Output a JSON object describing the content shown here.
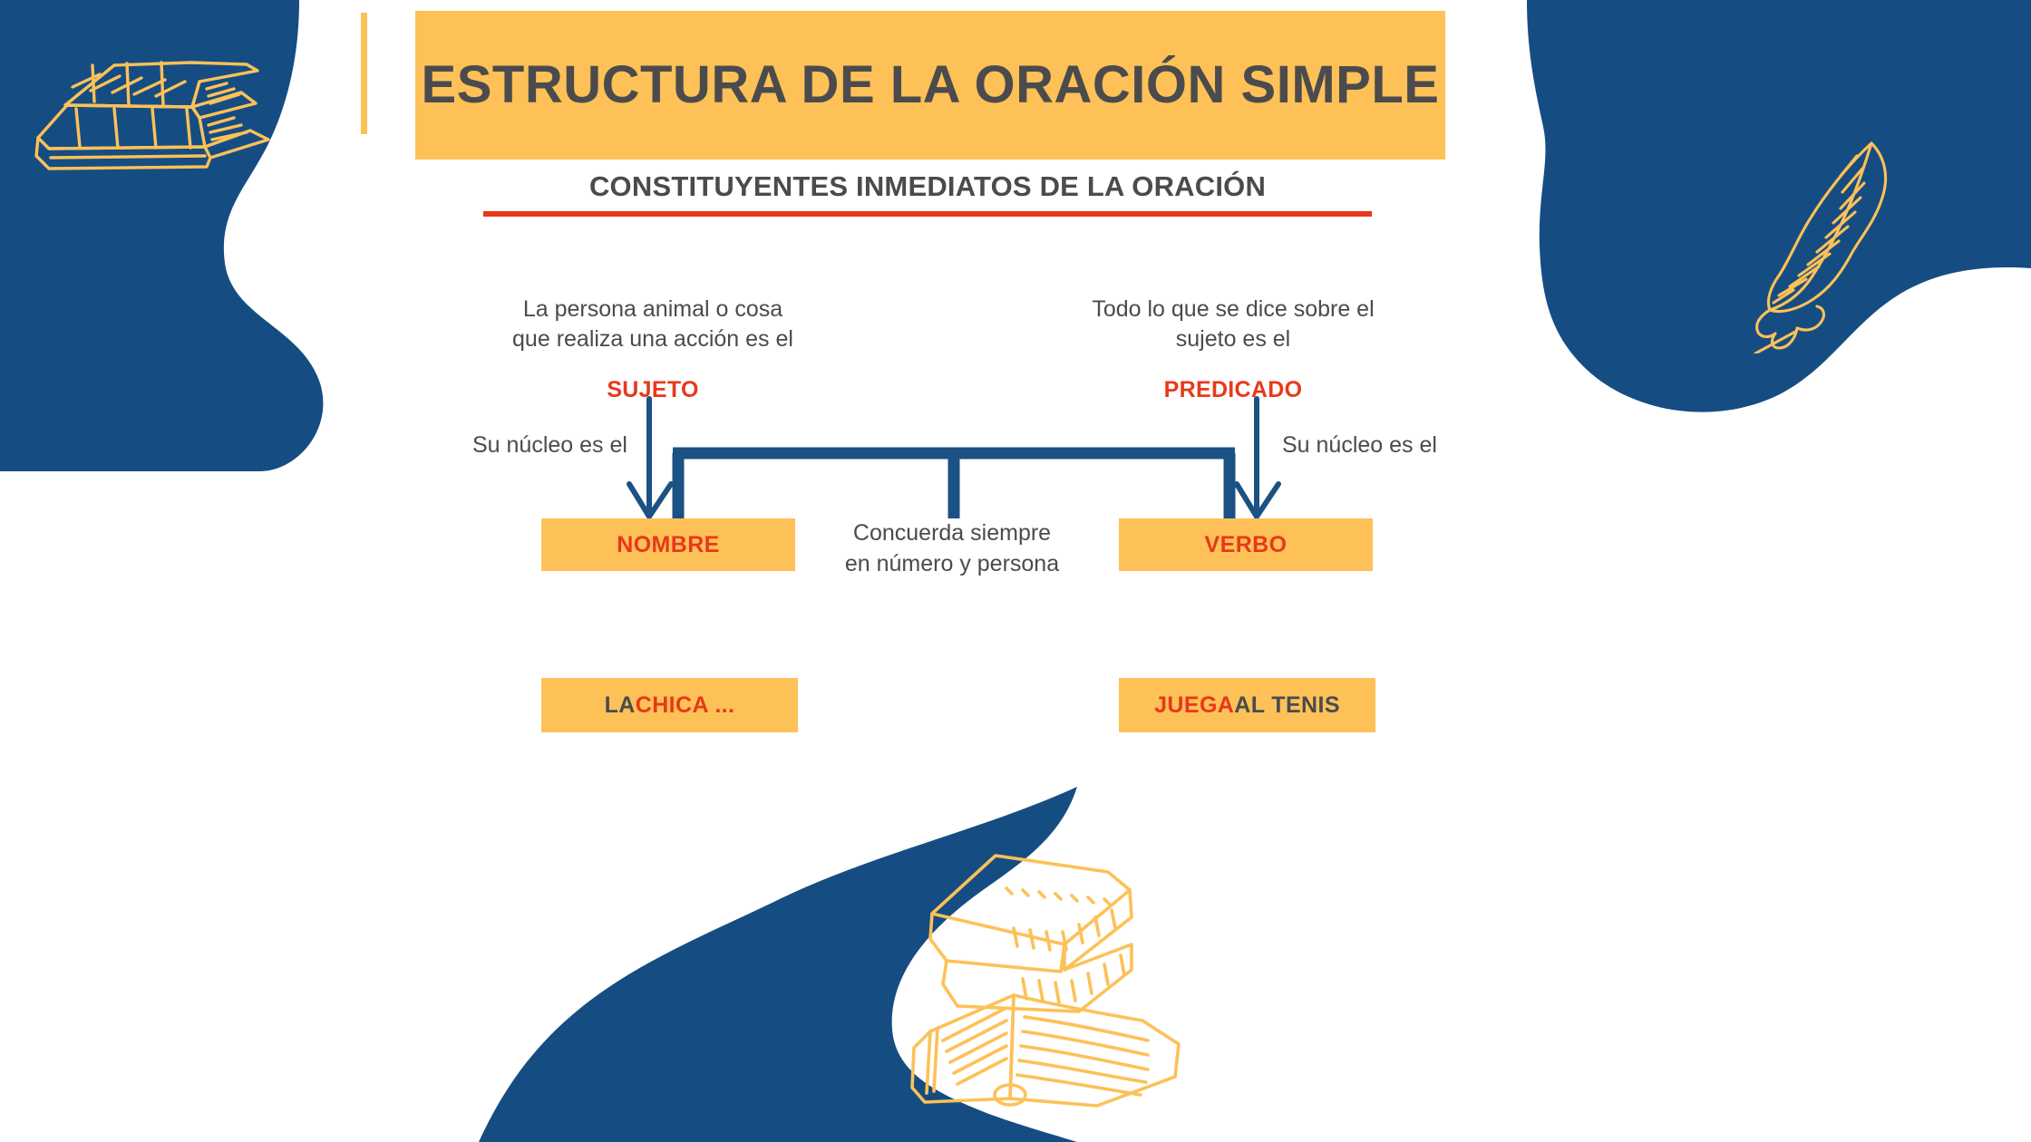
{
  "page": {
    "title": "ESTRUCTURA DE LA ORACIÓN SIMPLE",
    "subtitle": "CONSTITUYENTES  INMEDIATOS DE LA ORACIÓN",
    "language": "es"
  },
  "colors": {
    "brand_blue": "#154D83",
    "accent_yellow": "#FDC157",
    "accent_red": "#E8381B",
    "text_grey": "#4B4B4D",
    "background": "#FFFFFF"
  },
  "diagram": {
    "left_branch": {
      "description_line1": "La persona animal o cosa",
      "description_line2": "que realiza una acción es el",
      "term": "SUJETO",
      "nucleus_label": "Su núcleo es el",
      "nucleus_box": "NOMBRE",
      "example_prefix": "LA ",
      "example_highlight": "CHICA ..."
    },
    "right_branch": {
      "description_line1": "Todo lo que se dice sobre el",
      "description_line2": "sujeto es el",
      "term": "PREDICADO",
      "nucleus_label": "Su núcleo es el",
      "nucleus_box": "VERBO",
      "example_highlight": "JUEGA ",
      "example_suffix": "AL TENIS"
    },
    "middle_note": {
      "line1": "Concuerda siempre",
      "line2": "en número y persona"
    }
  },
  "decorations": {
    "top_left_blob": "blue-organic-blob",
    "top_left_illustration": "stacked-books-icon",
    "top_right_blob": "blue-organic-blob",
    "top_right_illustration": "quill-feather-icon",
    "bottom_blob": "blue-organic-blob",
    "bottom_illustration": "books-and-open-book-icon"
  }
}
